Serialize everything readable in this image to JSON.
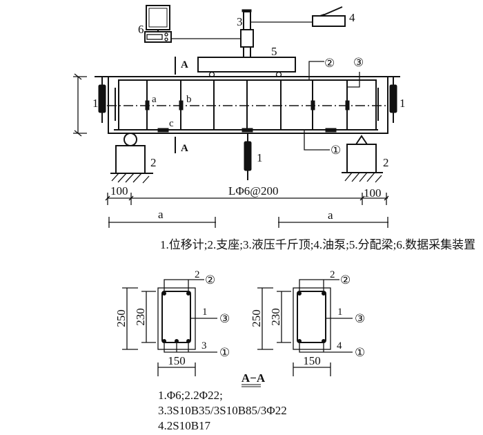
{
  "elevation": {
    "component_labels": {
      "lvdt_left": "1",
      "lvdt_right": "1",
      "lvdt_bottom": "1",
      "support_left": "2",
      "support_right": "2",
      "jack": "3",
      "pump": "4",
      "distribution_beam": "5",
      "data_acquisition": "6"
    },
    "gauge_labels": {
      "a": "a",
      "b": "b",
      "c": "c"
    },
    "section_marks": {
      "top": "A",
      "bottom": "A"
    },
    "leaders": {
      "bottom_bar": "①",
      "top_bar": "②",
      "stirrup": "③"
    },
    "dimensions": {
      "left_overhang": "100",
      "right_overhang": "100",
      "stirrup_spec": "LΦ6@200",
      "shear_span_left": "a",
      "shear_span_right": "a"
    }
  },
  "caption": "1.位移计;2.支座;3.液压千斤顶;4.油泵;5.分配梁;6.数据采集装置",
  "sections": [
    {
      "height": "250",
      "inner_height": "230",
      "width": "150",
      "top_label": "2",
      "stirrup_label": "1",
      "bottom_label": "3",
      "circle_top": "②",
      "circle_stirrup": "③",
      "circle_bottom": "①"
    },
    {
      "height": "250",
      "inner_height": "230",
      "width": "150",
      "top_label": "2",
      "stirrup_label": "1",
      "bottom_label": "4",
      "circle_top": "②",
      "circle_stirrup": "③",
      "circle_bottom": "①"
    }
  ],
  "section_title": "A−A",
  "notes": [
    "1.Φ6;2.2Φ22;",
    "3.3S10B35/3S10B85/3Φ22",
    "4.2S10B17"
  ]
}
